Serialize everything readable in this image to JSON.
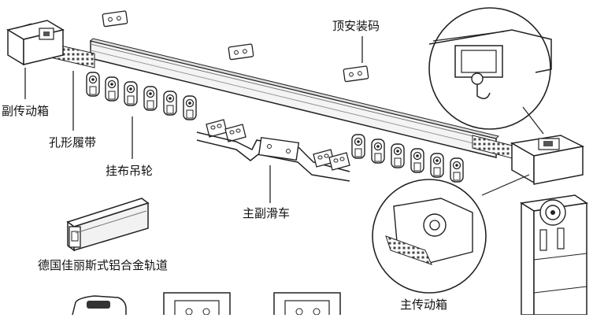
{
  "labels": {
    "top_mount_code": "顶安装码",
    "secondary_drive_box": "副传动箱",
    "perforated_belt": "孔形履带",
    "cloth_pulleys": "挂布吊轮",
    "main_secondary_carriage": "主副滑车",
    "aluminum_track": "德国佳丽斯式铝合金轨道",
    "main_drive_box": "主传动箱"
  }
}
